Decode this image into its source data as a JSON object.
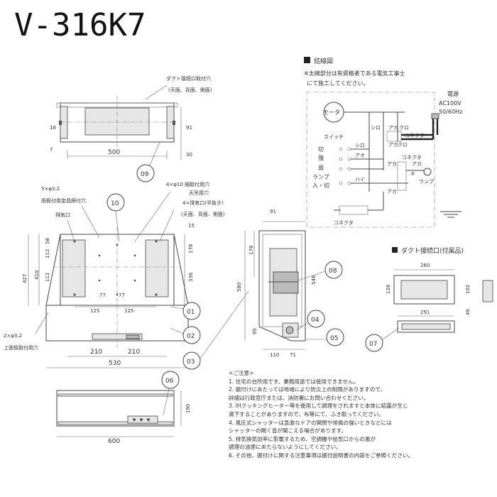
{
  "model": "V-316K7",
  "front": {
    "duct_label": "ダクト接続口取付穴",
    "duct_sub": "(天面、背面、側面)",
    "dims": {
      "w500": "500",
      "h16": "16",
      "h7": "7",
      "h91": "91",
      "h30": "30"
    },
    "callout": "09"
  },
  "top": {
    "hole1": "5×φ3.2",
    "hole1_desc": "雨板付用金具締付穴",
    "exhaust": "排気口",
    "hole2": "4×φ10 細取付用穴",
    "hole2_desc": "天吊用穴",
    "hole3": "4×排気口(半抜き)",
    "hole3_desc": "(天面、背面、側面)",
    "hole4": "2×φ3.2",
    "hole4_desc": "上面板取付用穴",
    "dims": {
      "d15": "15",
      "d58": "58",
      "d112a": "112",
      "d112b": "112",
      "d410": "410",
      "d427": "427",
      "d178": "178",
      "d336": "336",
      "d77a": "77",
      "d77b": "77",
      "d125a": "125",
      "d125b": "125",
      "d210a": "210",
      "d210b": "210",
      "d530": "530"
    },
    "callouts": [
      "10",
      "01",
      "02",
      "03"
    ]
  },
  "side": {
    "dims": {
      "d91": "91",
      "d178": "178",
      "d580": "580",
      "d546": "546",
      "d95": "95",
      "d110": "110",
      "d71": "71"
    },
    "callouts": [
      "08",
      "04",
      "05"
    ]
  },
  "bottom_view": {
    "dims": {
      "d600": "600",
      "d190": "190"
    },
    "callout": "06"
  },
  "wiring": {
    "title": "結線図",
    "note1": "※太線部分は有資格者である電気工事士",
    "note2": "にて施工してください。",
    "power_label": "電源",
    "power_v": "AC100V",
    "power_hz": "50/60Hz",
    "motor": "モータ",
    "switch": "スイッチ",
    "connector": "コネクタ",
    "cut_label": "切",
    "strong": "強",
    "weak": "弱",
    "lamp_label": "ランプ",
    "lamp_onoff": "入・切",
    "lamp": "ランプ",
    "wire_shiro": "シロ",
    "wire_aka": "アカ",
    "wire_kuro": "クロ",
    "wire_ao": "アオ",
    "wire_ki": "キ",
    "wire_hai": "ハイ",
    "connector_label": "コネクタ"
  },
  "duct_conn": {
    "title": "ダクト接続口(付属品)",
    "dims": {
      "d260": "260",
      "d126": "126",
      "d102": "102",
      "d291": "291",
      "d46": "46"
    },
    "callout": "07"
  },
  "notes": {
    "title": "<ご注意>",
    "lines": [
      "1. 住宅の台所用です。業務用途では使用できません。",
      "2. 据付けにあたっては地域により防災上の制限がありますので、",
      "   詳細は行政官庁または、消防署にお問い合わせください。",
      "3. IHクッキングヒーター等を使用して調理をされますと本体に結露が生じ",
      "   滴下することがありますので、布等にて、ふき取ってください。",
      "4. 風圧式シャッターは急激なドアの開閉や排風の強いときなどには",
      "   シャッターの開く音が聞こえる場合があります。",
      "5. 排気換気効率に影響するため、空調機や給気口からの風が",
      "   調理の油煙にあたらないようにしてください。",
      "6. その他、据付けに関する注意事項は据付説明書の内容をご参照ください。"
    ]
  }
}
